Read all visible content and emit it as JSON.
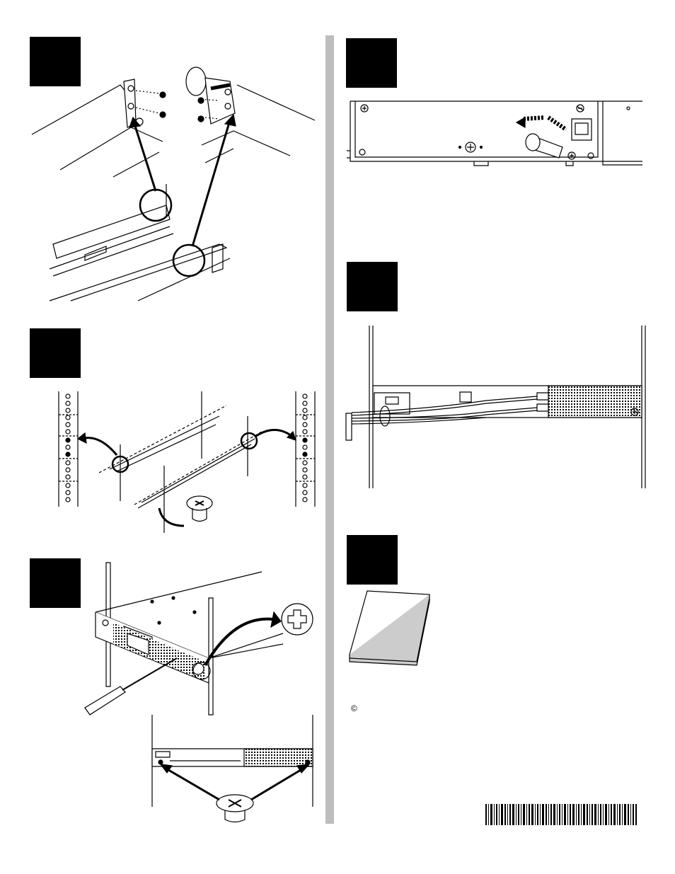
{
  "page": {
    "copyright_symbol": "©"
  },
  "steps": [
    {
      "id": "step-rail-brackets"
    },
    {
      "id": "step-mount-rails"
    },
    {
      "id": "step-insert-unit"
    },
    {
      "id": "step-rear-panel"
    },
    {
      "id": "step-cable-management"
    },
    {
      "id": "step-documentation"
    }
  ],
  "colors": {
    "step_box": "#000000",
    "divider": "#bdbdbd",
    "line_art": "#000000"
  }
}
